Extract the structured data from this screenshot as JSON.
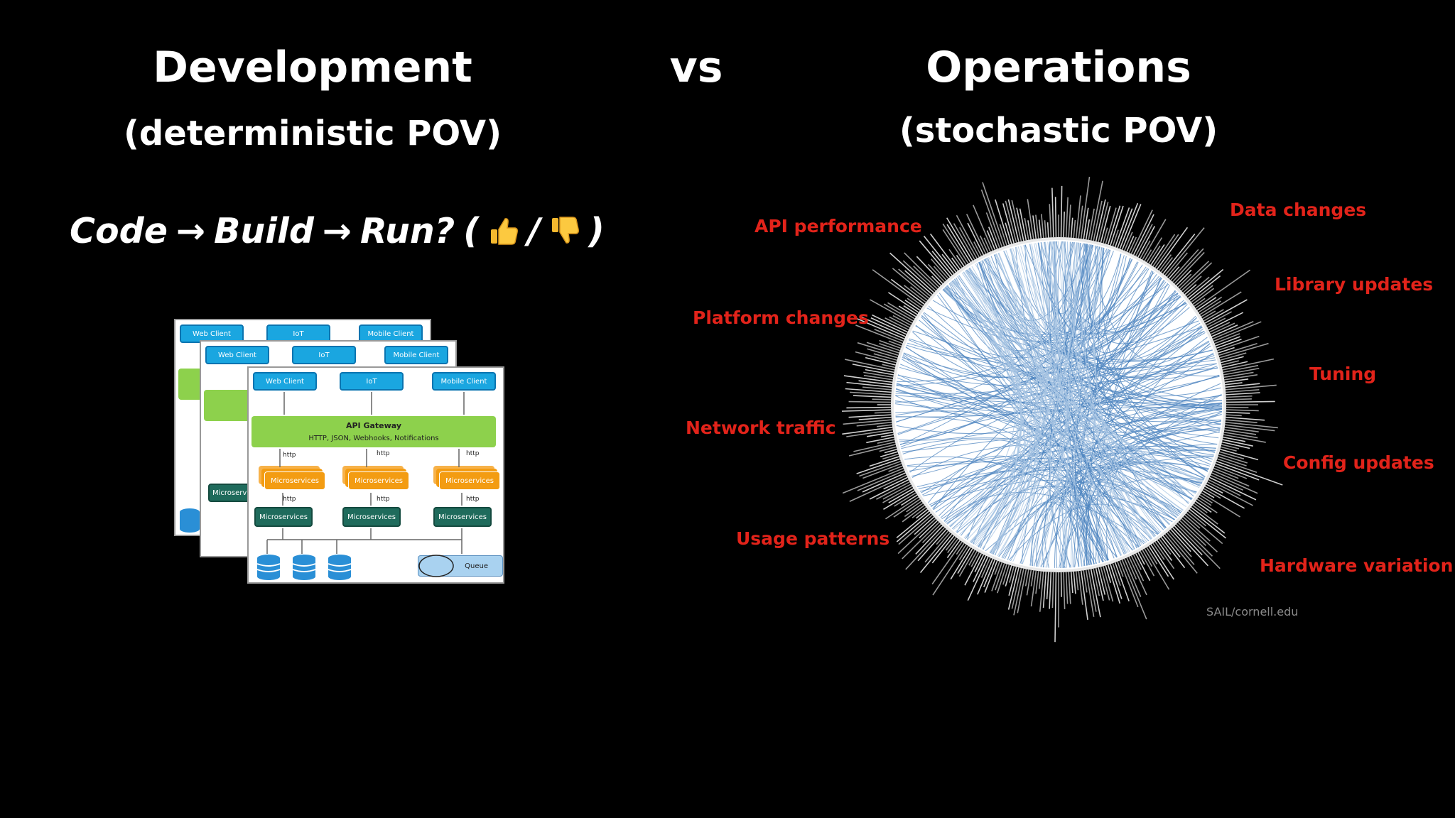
{
  "left": {
    "title": "Development",
    "subtitle": "(deterministic POV)",
    "flow": {
      "code": "Code",
      "arrow1": "→",
      "build": "Build",
      "arrow2": "→",
      "run": "Run?",
      "open_paren": "(",
      "slash": "/",
      "close_paren": ")",
      "thumbs_up": "thumbs-up-icon",
      "thumbs_down": "thumbs-down-icon"
    },
    "diagram": {
      "clients": [
        "Web Client",
        "IoT",
        "Mobile Client"
      ],
      "gateway_title": "API Gateway",
      "gateway_protocols": "HTTP, JSON, Webhooks, Notifications",
      "http": "http",
      "microservices": "Microservices",
      "queue": "Queue"
    }
  },
  "vs": "vs",
  "right": {
    "title": "Operations",
    "subtitle": "(stochastic POV)",
    "labels": {
      "api_performance": "API performance",
      "platform_changes": "Platform changes",
      "network_traffic": "Network traffic",
      "usage_patterns": "Usage patterns",
      "data_changes": "Data changes",
      "library_updates": "Library updates",
      "tuning": "Tuning",
      "config_updates": "Config updates",
      "hardware_variation": "Hardware variation"
    },
    "credit": "SAIL/cornell.edu"
  },
  "colors": {
    "background": "#000000",
    "label_red": "#e2231a",
    "chord_blue": "#4f86c0",
    "client_blue": "#1aa6e0",
    "gateway_green": "#8dd14c",
    "microservice_orange": "#f39c12",
    "microservice_teal": "#1f6b5c"
  }
}
